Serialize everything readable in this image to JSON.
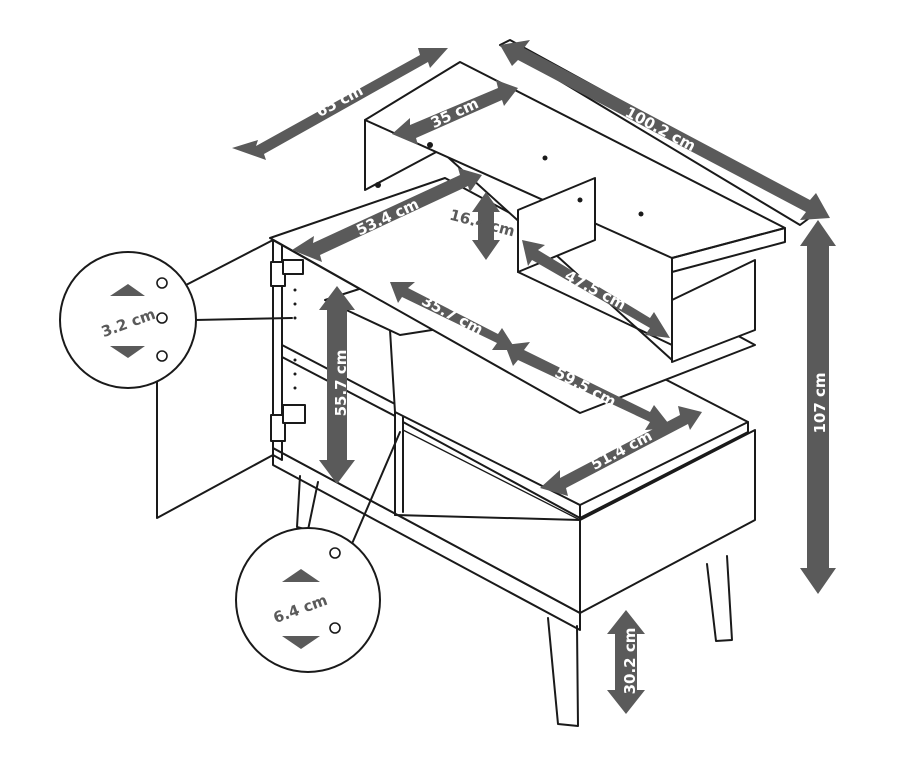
{
  "dimensions": {
    "depth_total": "65 cm",
    "width_total": "100.2 cm",
    "height_total": "107 cm",
    "shelf_depth_top": "35 cm",
    "top_width": "53.4 cm",
    "top_compartment_height": "16.4 cm",
    "top_compartment_width": "47.5 cm",
    "inner_shelf_width": "35.7 cm",
    "inner_height": "55.7 cm",
    "extension_width": "59.5 cm",
    "extension_depth": "51.4 cm",
    "leg_height": "30.2 cm"
  },
  "callouts": {
    "hinge_spacing": "3.2 cm",
    "hole_spacing": "6.4 cm"
  },
  "colors": {
    "arrow": "#5a5a5a",
    "line": "#1a1a1a",
    "background": "#ffffff"
  }
}
